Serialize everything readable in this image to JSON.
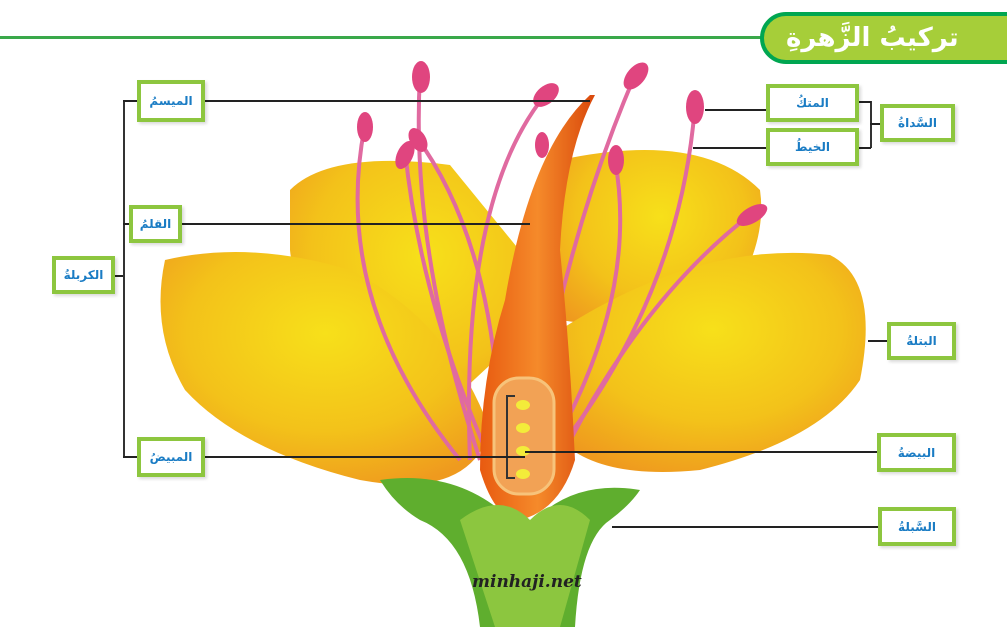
{
  "title": "تركيبُ الزَّهرةِ",
  "labels": {
    "stigma": "الميسمُ",
    "style": "القلمُ",
    "carpel": "الكربلةُ",
    "ovary": "المبيضُ",
    "anther": "المتكُ",
    "filament": "الخيطُ",
    "stamen": "السَّداةُ",
    "petal": "البتلةُ",
    "ovule": "البيضةُ",
    "sepal": "السَّبلةُ"
  },
  "watermark": "minhaji.net",
  "colors": {
    "label_border": "#8dc63f",
    "label_text": "#1a7cc4",
    "title_bg": "#a6ce39",
    "title_border": "#00a651"
  }
}
